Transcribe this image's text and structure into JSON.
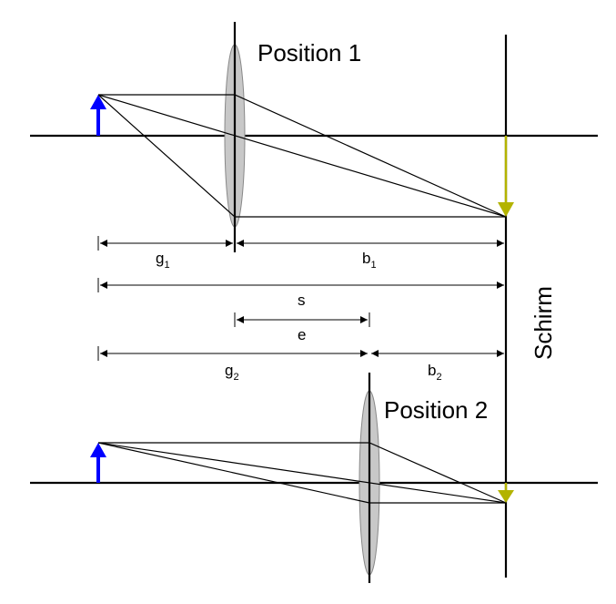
{
  "diagram": {
    "position1_label": "Position 1",
    "position2_label": "Position 2",
    "screen_label": "Schirm",
    "dimensions": {
      "g1": {
        "main": "g",
        "sub": "1"
      },
      "b1": {
        "main": "b",
        "sub": "1"
      },
      "s": "s",
      "e": "e",
      "g2": {
        "main": "g",
        "sub": "2"
      },
      "b2": {
        "main": "b",
        "sub": "2"
      }
    },
    "colors": {
      "object_arrow": "#0000ff",
      "image_arrow": "#b3b300",
      "lens_fill": "#c8c8c8"
    }
  }
}
